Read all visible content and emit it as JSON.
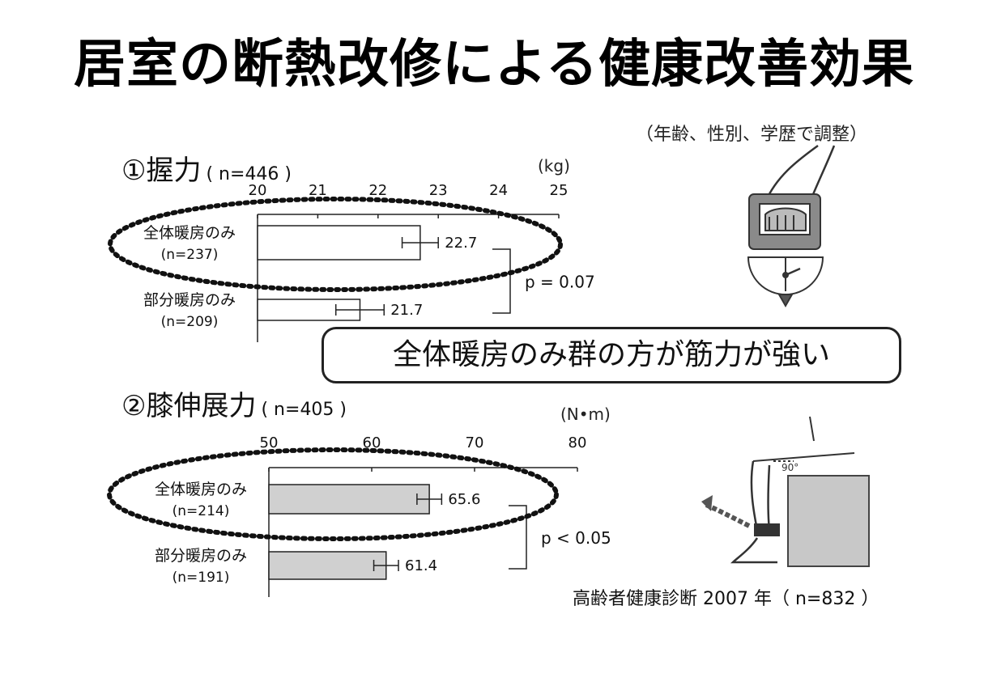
{
  "title": "居室の断熱改修による健康改善効果",
  "adjust_note": "（年齢、性別、学歴で調整）",
  "conclusion": "全体暖房のみ群の方が筋力が強い",
  "footer": "高齢者健康診断 2007 年（ n=832 ）",
  "icons": [
    "hand-grip-dynamometer-icon",
    "knee-extension-leg-icon"
  ],
  "chart_data": [
    {
      "type": "bar",
      "title": "①握力",
      "n_label": "( n=446 )",
      "unit": "(kg)",
      "xlim": [
        20,
        25
      ],
      "ticks": [
        "20",
        "21",
        "22",
        "23",
        "24",
        "25"
      ],
      "categories": [
        "全体暖房のみ",
        "部分暖房のみ"
      ],
      "group_n": [
        "(n=237)",
        "(n=209)"
      ],
      "values": [
        22.7,
        21.7
      ],
      "error_half": [
        0.3,
        0.4
      ],
      "value_labels": [
        "22.7",
        "21.7"
      ],
      "bar_fill": "#ffffff",
      "significance": "p = 0.07"
    },
    {
      "type": "bar",
      "title": "②膝伸展力",
      "n_label": "( n=405 )",
      "unit": "(N•m)",
      "xlim": [
        50,
        80
      ],
      "ticks": [
        "50",
        "60",
        "70",
        "80"
      ],
      "categories": [
        "全体暖房のみ",
        "部分暖房のみ"
      ],
      "group_n": [
        "(n=214)",
        "(n=191)"
      ],
      "values": [
        65.6,
        61.4
      ],
      "error_half": [
        1.2,
        1.2
      ],
      "value_labels": [
        "65.6",
        "61.4"
      ],
      "bar_fill": "#d0d0d0",
      "significance": "p < 0.05"
    }
  ]
}
